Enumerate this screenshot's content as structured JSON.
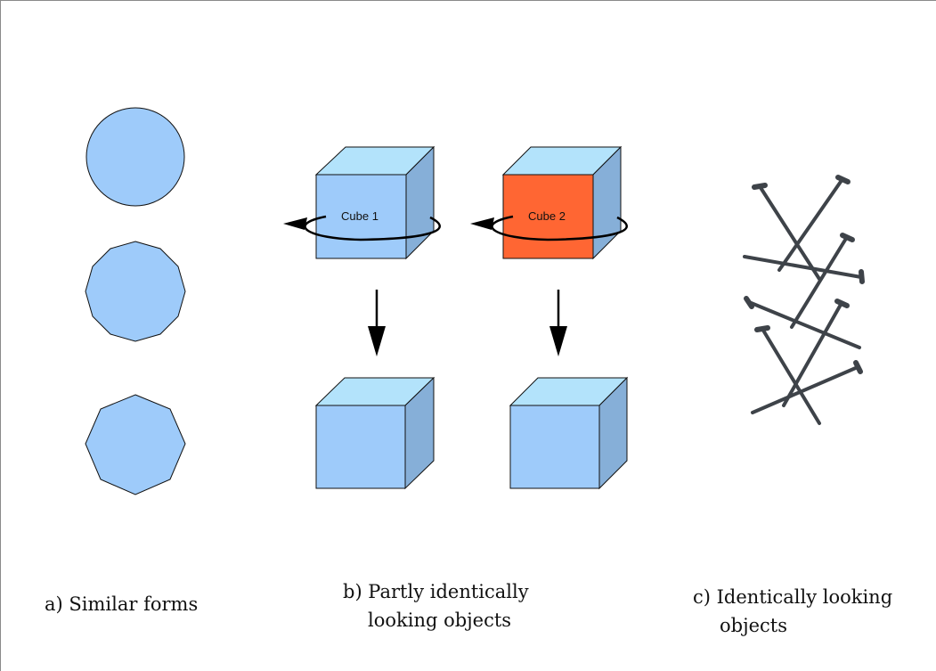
{
  "colors": {
    "shape_fill": "#9ecbfa",
    "cube_front": "#9ecbfa",
    "cube_top": "#b3e3fb",
    "cube_side": "#86afd8",
    "cube2_front": "#ff6633",
    "cube2_top": "#b3e3fb",
    "cube2_side": "#86afd8",
    "nail": "#3e4349"
  },
  "cubes": {
    "cube1_label": "Cube 1",
    "cube2_label": "Cube 2"
  },
  "captions": {
    "a": "a) Similar forms",
    "b_line1": "b) Partly identically",
    "b_line2": "looking objects",
    "c_line1": "c) Identically looking",
    "c_line2": "objects"
  }
}
